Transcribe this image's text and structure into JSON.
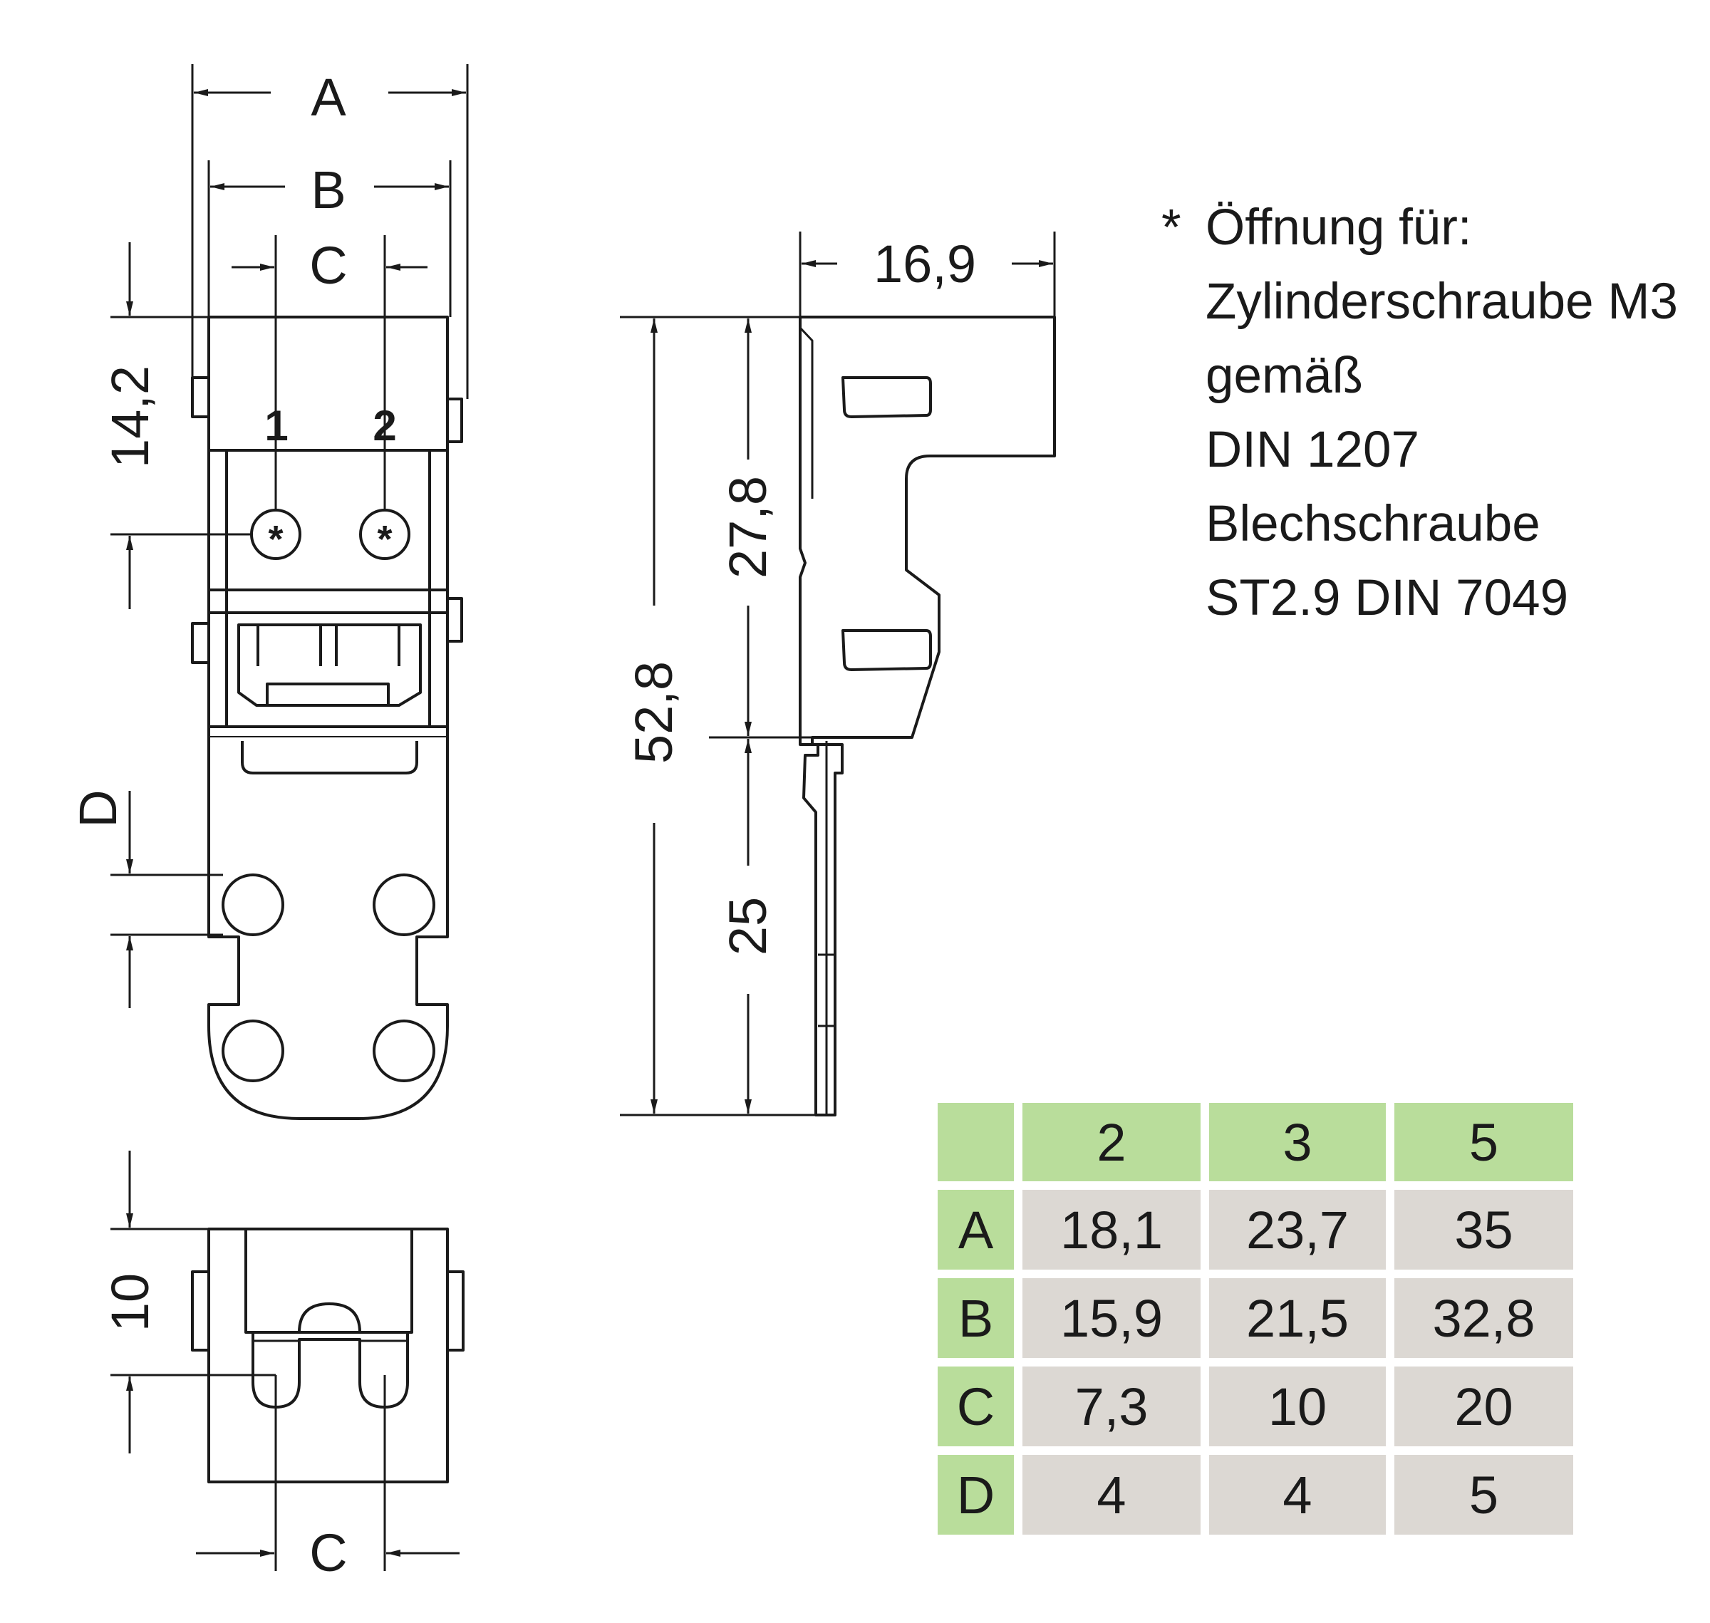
{
  "dimensions": {
    "A": "A",
    "B": "B",
    "C": "C",
    "D": "D",
    "height_top": "14,2",
    "width_side": "16,9",
    "total_height": "52,8",
    "upper_height": "27,8",
    "lower_height": "25",
    "bottom_height": "10",
    "pin1": "1",
    "pin2": "2",
    "hole_mark": "*"
  },
  "note": {
    "marker": "*",
    "lines": [
      "Öffnung für:",
      "Zylinderschraube M3",
      "gemäß",
      "DIN 1207",
      "Blechschraube",
      "ST2.9 DIN 7049"
    ]
  },
  "table": {
    "columns": [
      "2",
      "3",
      "5"
    ],
    "rows": [
      {
        "label": "A",
        "values": [
          "18,1",
          "23,7",
          "35"
        ]
      },
      {
        "label": "B",
        "values": [
          "15,9",
          "21,5",
          "32,8"
        ]
      },
      {
        "label": "C",
        "values": [
          "7,3",
          "10",
          "20"
        ]
      },
      {
        "label": "D",
        "values": [
          "4",
          "4",
          "5"
        ]
      }
    ],
    "header_color": "#b9dd9b",
    "cell_color": "#dcd8d3"
  }
}
